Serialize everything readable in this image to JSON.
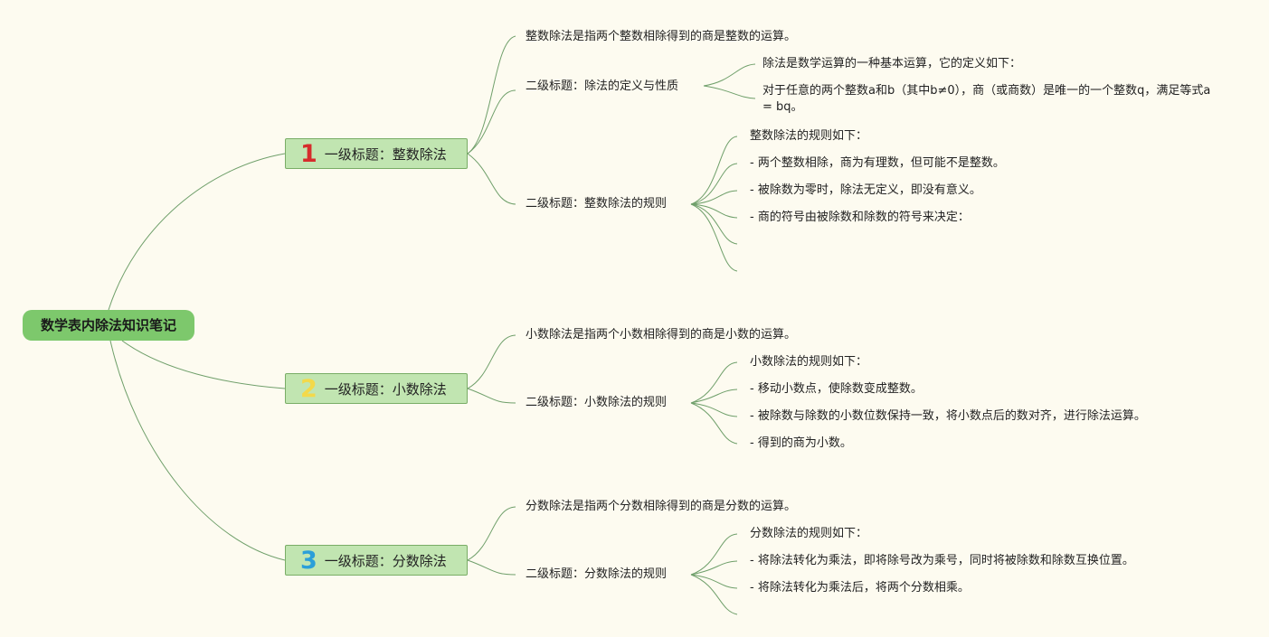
{
  "root": {
    "title": "数学表内除法知识笔记"
  },
  "branches": [
    {
      "num": "1",
      "num_color": "#d62c2c",
      "title": "一级标题：整数除法",
      "desc": "整数除法是指两个整数相除得到的商是整数的运算。",
      "subs": [
        {
          "title": "二级标题：除法的定义与性质",
          "items": [
            "除法是数学运算的一种基本运算，它的定义如下：",
            "对于任意的两个整数a和b（其中b≠0），商（或商数）是唯一的一个整数q，满足等式a = bq。"
          ]
        },
        {
          "title": "二级标题：整数除法的规则",
          "items": [
            "整数除法的规则如下：",
            "- 两个整数相除，商为有理数，但可能不是整数。",
            "- 被除数为零时，除法无定义，即没有意义。",
            "- 商的符号由被除数和除数的符号来决定："
          ]
        }
      ]
    },
    {
      "num": "2",
      "num_color": "#f3d94a",
      "title": "一级标题：小数除法",
      "desc": "小数除法是指两个小数相除得到的商是小数的运算。",
      "subs": [
        {
          "title": "二级标题：小数除法的规则",
          "items": [
            "小数除法的规则如下：",
            "- 移动小数点，使除数变成整数。",
            "- 被除数与除数的小数位数保持一致，将小数点后的数对齐，进行除法运算。",
            "- 得到的商为小数。"
          ]
        }
      ]
    },
    {
      "num": "3",
      "num_color": "#2b9fd9",
      "title": "一级标题：分数除法",
      "desc": "分数除法是指两个分数相除得到的商是分数的运算。",
      "subs": [
        {
          "title": "二级标题：分数除法的规则",
          "items": [
            "分数除法的规则如下：",
            "- 将除法转化为乘法，即将除号改为乘号，同时将被除数和除数互换位置。",
            "- 将除法转化为乘法后，将两个分数相乘。"
          ]
        }
      ]
    }
  ],
  "colors": {
    "link": "#6f9f6a",
    "root_fill": "#7dc86c",
    "l1_fill": "#c1e5b1",
    "background": "#fdfbf0"
  }
}
